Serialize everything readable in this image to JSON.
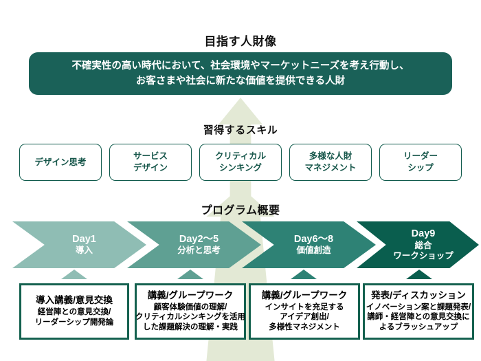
{
  "headings": {
    "target": "目指す人財像",
    "skills": "習得するスキル",
    "program": "プログラム概要"
  },
  "vision": {
    "line1": "不確実性の高い時代において、社会環境やマーケットニーズを考え行動し、",
    "line2": "お客さまや社会に新たな価値を提供できる人財"
  },
  "colors": {
    "banner": "#1a6158",
    "box_border": "#14614f",
    "skill_border": "#0f5a4c",
    "arrow_bg": "#e3e9d5",
    "day1": "#8fbdb4",
    "day2": "#5fa093",
    "day3": "#2e8275",
    "day4": "#0a5e4e"
  },
  "skills": [
    {
      "lines": [
        "デザイン思考"
      ]
    },
    {
      "lines": [
        "サービス",
        "デザイン"
      ]
    },
    {
      "lines": [
        "クリティカル",
        "シンキング"
      ]
    },
    {
      "lines": [
        "多様な人財",
        "マネジメント"
      ]
    },
    {
      "lines": [
        "リーダー",
        "シップ"
      ]
    }
  ],
  "phases": [
    {
      "title": "Day1",
      "sub": "導入",
      "sub2": "",
      "color": "#8fbdb4",
      "detail_title": "導入講義/意見交換",
      "detail_lines": [
        "経営陣との意見交換/",
        "リーダーシップ開発論"
      ]
    },
    {
      "title": "Day2〜5",
      "sub": "分析と思考",
      "sub2": "",
      "color": "#5fa093",
      "detail_title": "講義/グループワーク",
      "detail_lines": [
        "顧客体験価値の理解/",
        "クリティカルシンキングを活用",
        "した課題解決の理解・実践"
      ]
    },
    {
      "title": "Day6〜8",
      "sub": "価値創造",
      "sub2": "",
      "color": "#2e8275",
      "detail_title": "講義/グループワーク",
      "detail_lines": [
        "インサイトを充足する",
        "アイデア創出/",
        "多様性マネジメント"
      ]
    },
    {
      "title": "Day9",
      "sub": "総合",
      "sub2": "ワークショップ",
      "color": "#0a5e4e",
      "detail_title": "発表/ディスカッション",
      "detail_lines": [
        "イノベーション案と課題発表/",
        "講師・経営陣との意見交換に",
        "よるブラッシュアップ"
      ]
    }
  ]
}
